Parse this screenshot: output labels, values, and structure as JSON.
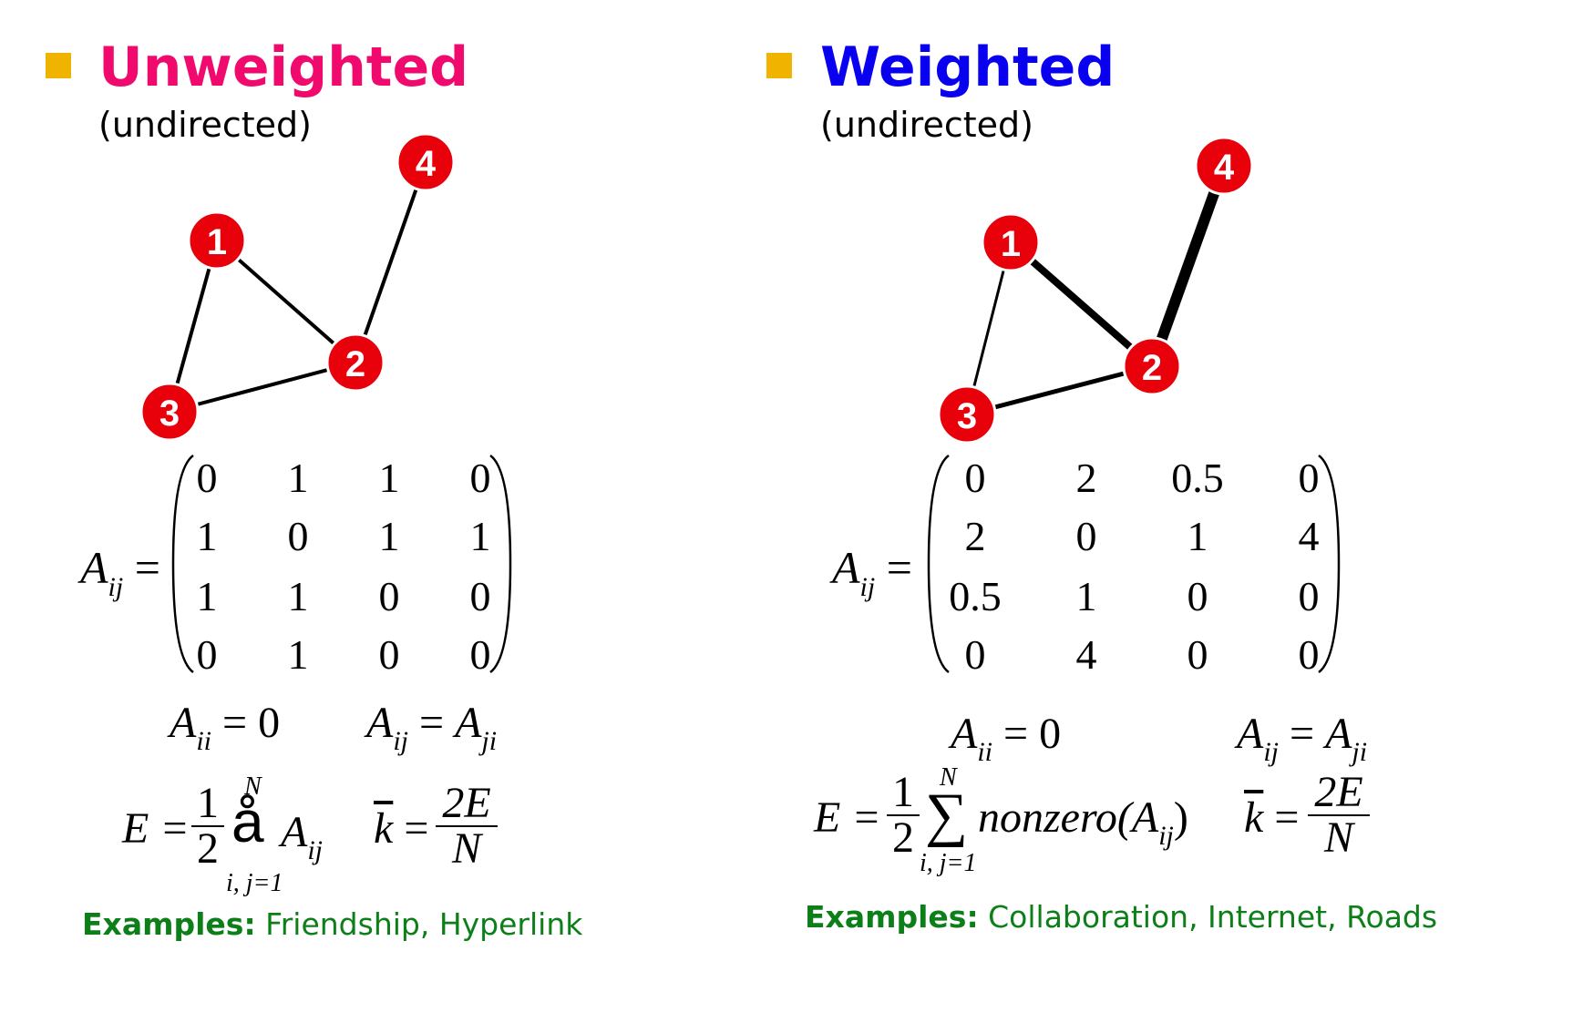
{
  "left": {
    "title": "Unweighted",
    "title_color": "#f00a6e",
    "subtitle": "(undirected)",
    "nodes": [
      "1",
      "2",
      "3",
      "4"
    ],
    "matrix_label": "A",
    "matrix_sub": "ij",
    "matrix": [
      [
        "0",
        "1",
        "1",
        "0"
      ],
      [
        "1",
        "0",
        "1",
        "1"
      ],
      [
        "1",
        "1",
        "0",
        "0"
      ],
      [
        "0",
        "1",
        "0",
        "0"
      ]
    ],
    "eq1_lhs": "A",
    "eq1_lhs_sub": "ii",
    "eq1_rhs": "= 0",
    "eq2_lhs": "A",
    "eq2_lhs_sub": "ij",
    "eq2_mid": "=",
    "eq2_rhs": "A",
    "eq2_rhs_sub": "ji",
    "edge_eq": {
      "lhs": "E =",
      "frac_num": "1",
      "frac_den": "2",
      "sum_symbol": "å",
      "sum_top": "N",
      "sum_bottom": "i, j=1",
      "term": "A",
      "term_sub": "ij"
    },
    "degree_eq": {
      "lhs": "k",
      "eq": "=",
      "num": "2E",
      "den": "N"
    },
    "examples_label": "Examples:",
    "examples_text": "Friendship, Hyperlink"
  },
  "right": {
    "title": "Weighted",
    "title_color": "#0a00f0",
    "subtitle": "(undirected)",
    "nodes": [
      "1",
      "2",
      "3",
      "4"
    ],
    "matrix_label": "A",
    "matrix_sub": "ij",
    "matrix": [
      [
        "0",
        "2",
        "0.5",
        "0"
      ],
      [
        "2",
        "0",
        "1",
        "4"
      ],
      [
        "0.5",
        "1",
        "0",
        "0"
      ],
      [
        "0",
        "4",
        "0",
        "0"
      ]
    ],
    "eq1_lhs": "A",
    "eq1_lhs_sub": "ii",
    "eq1_rhs": "= 0",
    "eq2_lhs": "A",
    "eq2_lhs_sub": "ij",
    "eq2_mid": "=",
    "eq2_rhs": "A",
    "eq2_rhs_sub": "ji",
    "edge_eq": {
      "lhs": "E =",
      "frac_num": "1",
      "frac_den": "2",
      "sum_symbol": "∑",
      "sum_top": "N",
      "sum_bottom": "i, j=1",
      "term": "nonzero(A",
      "term_sub": "ij",
      "term_close": ")"
    },
    "degree_eq": {
      "lhs": "k",
      "eq": "=",
      "num": "2E",
      "den": "N"
    },
    "examples_label": "Examples:",
    "examples_text": "Collaboration, Internet, Roads"
  },
  "colors": {
    "bullet": "#f0b400",
    "node": "#e8000b",
    "examples": "#0c7f19"
  }
}
